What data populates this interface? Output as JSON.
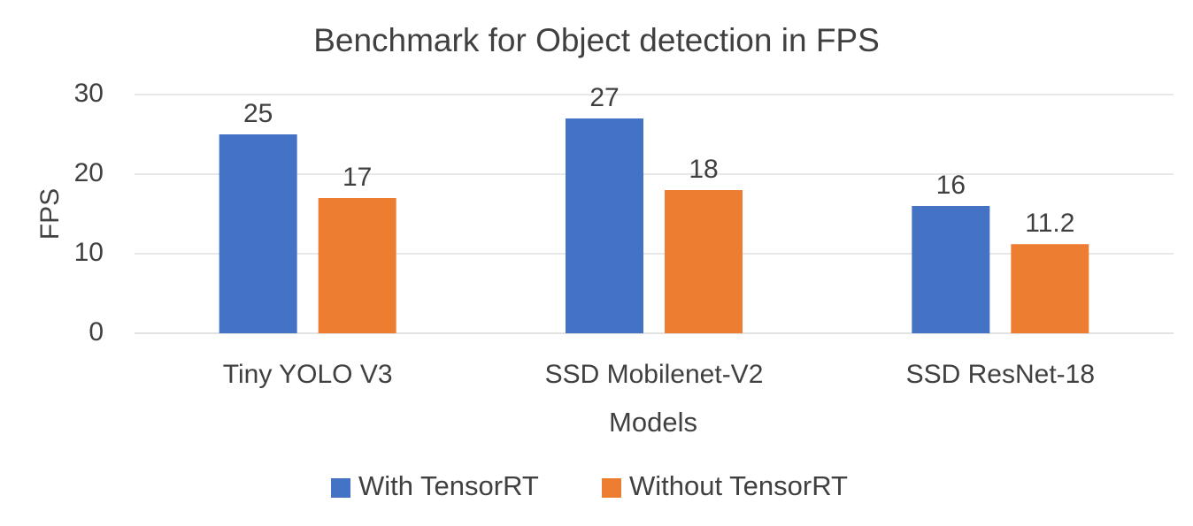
{
  "chart_data": {
    "type": "bar",
    "title": "Benchmark for Object detection in FPS",
    "xlabel": "Models",
    "ylabel": "FPS",
    "categories": [
      "Tiny YOLO V3",
      "SSD Mobilenet-V2",
      "SSD ResNet-18"
    ],
    "series": [
      {
        "name": "With TensorRT",
        "color": "#4472C4",
        "values": [
          25,
          27,
          16
        ],
        "labels": [
          "25",
          "27",
          "16"
        ]
      },
      {
        "name": "Without TensorRT",
        "color": "#ED7D31",
        "values": [
          17,
          18,
          11.2
        ],
        "labels": [
          "17",
          "18",
          "11.2"
        ]
      }
    ],
    "ylim": [
      0,
      30
    ],
    "yticks": [
      0,
      10,
      20,
      30
    ],
    "ytick_labels": [
      "0",
      "10",
      "20",
      "30"
    ],
    "grid": true,
    "legend_position": "bottom"
  }
}
